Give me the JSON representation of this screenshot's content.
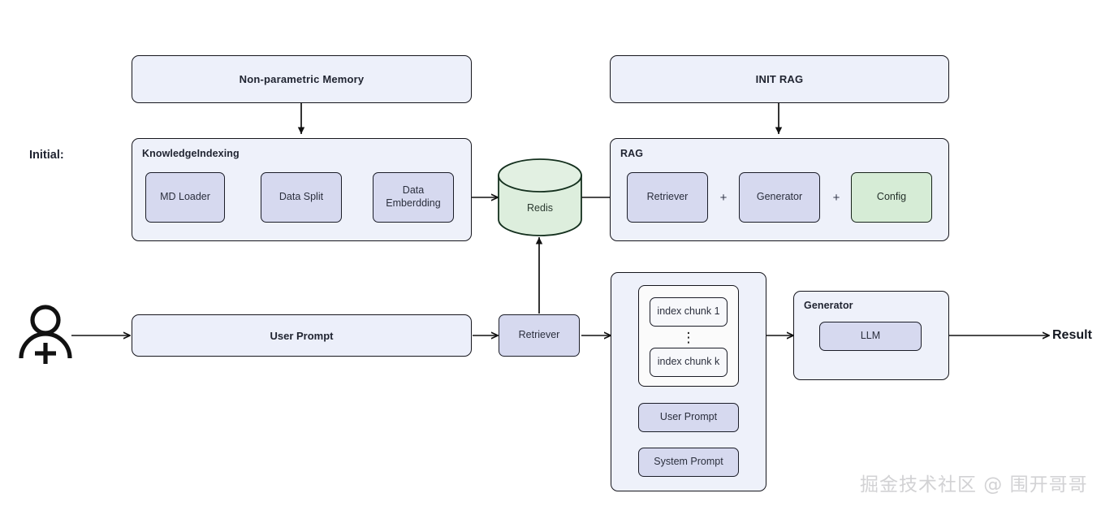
{
  "diagram": {
    "side_label": "Initial:",
    "result_label": "Result",
    "watermark": "掘金技术社区 @ 围开哥哥",
    "colors": {
      "panel_fill": "#eef1fa",
      "node_fill": "#d6d9ef",
      "node_green_fill": "#d6ecd6",
      "chunk_fill": "#f7f8fb",
      "border": "#16161d",
      "text": "#2b2f3d"
    }
  },
  "headers": {
    "non_parametric_memory": "Non-parametric Memory",
    "init_rag": "INIT RAG"
  },
  "knowledge_indexing": {
    "title": "KnowledgeIndexing",
    "steps": [
      {
        "label": "MD Loader"
      },
      {
        "label": "Data Split"
      },
      {
        "label_line1": "Data",
        "label_line2": "Emberdding"
      }
    ]
  },
  "store": {
    "label": "Redis",
    "icon": "cylinder-database-icon"
  },
  "rag": {
    "title": "RAG",
    "components": [
      {
        "label": "Retriever",
        "color": "purple"
      },
      {
        "label": "Generator",
        "color": "purple"
      },
      {
        "label": "Config",
        "color": "green"
      }
    ],
    "separators": [
      "+",
      "+"
    ]
  },
  "runtime": {
    "user_icon": "user-plus-icon",
    "user_prompt_box": "User Prompt",
    "retriever_box": "Retriever",
    "prompt_assembly": {
      "chunks": [
        {
          "label": "index chunk 1"
        },
        {
          "label": "index chunk k"
        }
      ],
      "ellipsis": "⋮",
      "user_prompt": "User Prompt",
      "system_prompt": "System Prompt"
    },
    "generator": {
      "title": "Generator",
      "model": "LLM"
    }
  }
}
